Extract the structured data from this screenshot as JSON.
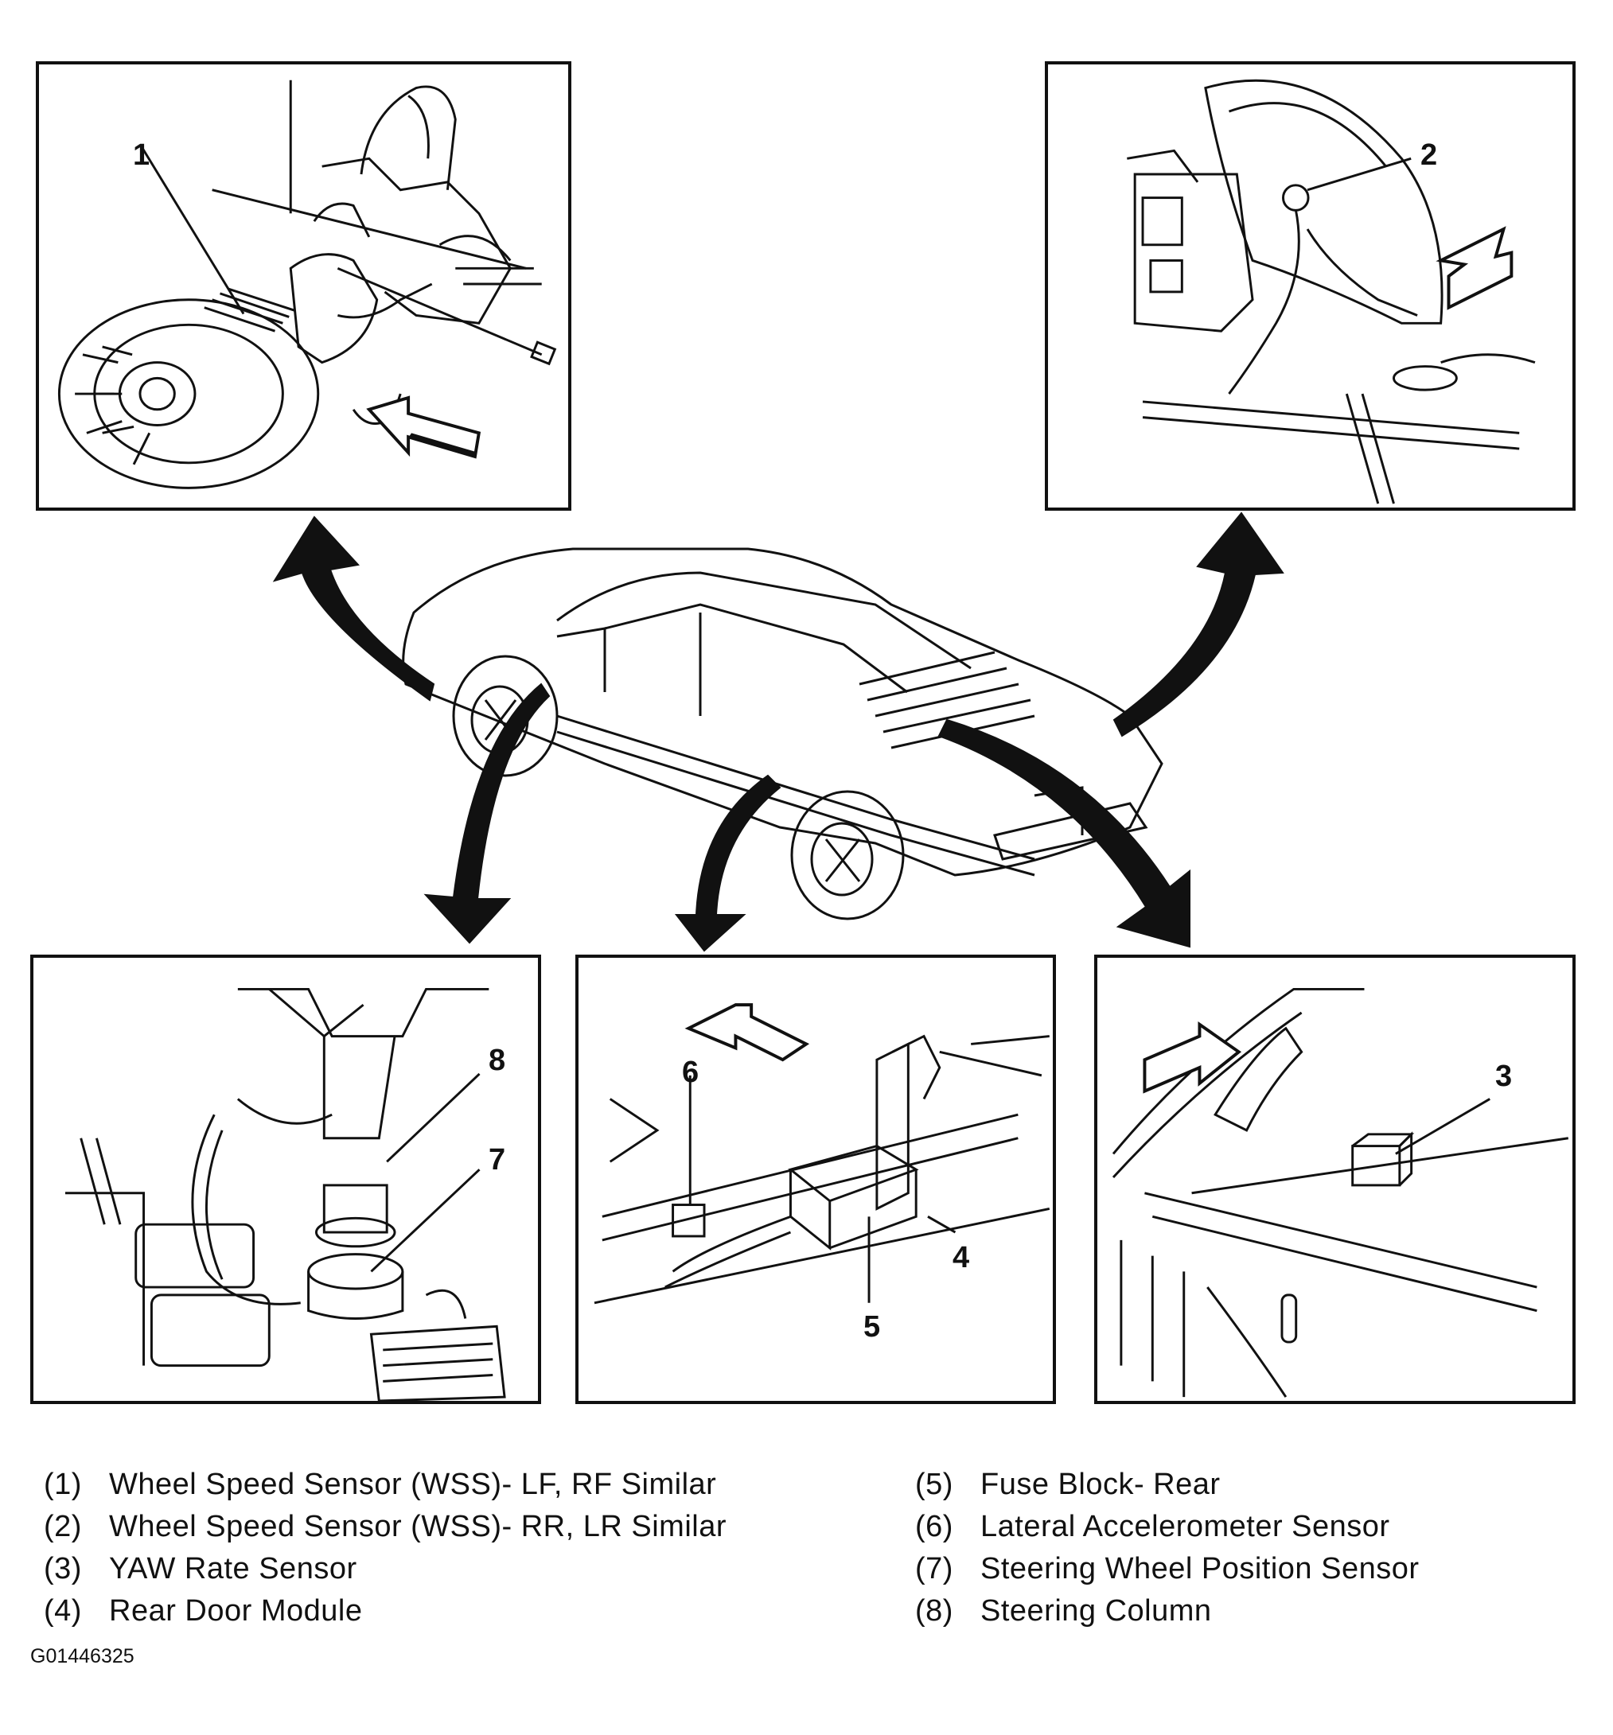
{
  "callouts": {
    "p1": "1",
    "p2": "2",
    "p3": "3",
    "p4": "4",
    "p5": "5",
    "p6": "6",
    "p7": "7",
    "p8": "8"
  },
  "legend": {
    "left": [
      {
        "num": "(1)",
        "text": "Wheel Speed Sensor (WSS)- LF, RF Similar"
      },
      {
        "num": "(2)",
        "text": "Wheel Speed Sensor (WSS)- RR, LR Similar"
      },
      {
        "num": "(3)",
        "text": "YAW Rate Sensor"
      },
      {
        "num": "(4)",
        "text": "Rear Door Module"
      }
    ],
    "right": [
      {
        "num": "(5)",
        "text": "Fuse Block- Rear"
      },
      {
        "num": "(6)",
        "text": "Lateral Accelerometer Sensor"
      },
      {
        "num": "(7)",
        "text": "Steering Wheel Position Sensor"
      },
      {
        "num": "(8)",
        "text": "Steering Column"
      }
    ]
  },
  "figure_id": "G01446325"
}
